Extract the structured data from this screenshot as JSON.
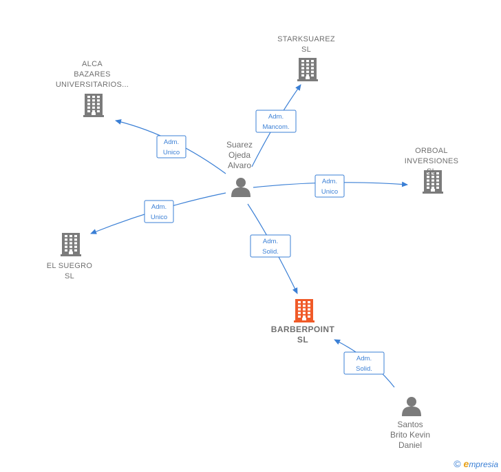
{
  "colors": {
    "edge": "#3a7fd5",
    "company": "#7b7b7b",
    "company_highlight": "#f05a28",
    "person": "#7b7b7b"
  },
  "nodes": [
    {
      "id": "suarez",
      "kind": "person",
      "lines": [
        "Suarez",
        "Ojeda",
        "Alvaro"
      ]
    },
    {
      "id": "santos",
      "kind": "person",
      "lines": [
        "Santos",
        "Brito Kevin",
        "Daniel"
      ]
    },
    {
      "id": "alca",
      "kind": "company",
      "lines": [
        "ALCA",
        "BAZARES",
        "UNIVERSITARIOS..."
      ]
    },
    {
      "id": "starksuarez",
      "kind": "company",
      "lines": [
        "STARKSUAREZ",
        "SL"
      ]
    },
    {
      "id": "orboal",
      "kind": "company",
      "lines": [
        "ORBOAL",
        "INVERSIONES",
        "SL"
      ]
    },
    {
      "id": "elsuegro",
      "kind": "company",
      "lines": [
        "EL SUEGRO",
        "SL"
      ]
    },
    {
      "id": "barberpoint",
      "kind": "company",
      "highlight": true,
      "lines": [
        "BARBERPOINT",
        "SL"
      ]
    }
  ],
  "edges": [
    {
      "id": "e-alca",
      "from": "suarez",
      "to": "alca",
      "badge": [
        "Adm.",
        "Unico"
      ]
    },
    {
      "id": "e-stark",
      "from": "suarez",
      "to": "starksuarez",
      "badge": [
        "Adm.",
        "Mancom."
      ]
    },
    {
      "id": "e-orboal",
      "from": "suarez",
      "to": "orboal",
      "badge": [
        "Adm.",
        "Unico"
      ]
    },
    {
      "id": "e-suegro",
      "from": "suarez",
      "to": "elsuegro",
      "badge": [
        "Adm.",
        "Unico"
      ]
    },
    {
      "id": "e-barber1",
      "from": "suarez",
      "to": "barberpoint",
      "badge": [
        "Adm.",
        "Solid."
      ]
    },
    {
      "id": "e-barber2",
      "from": "santos",
      "to": "barberpoint",
      "badge": [
        "Adm.",
        "Solid."
      ]
    }
  ],
  "footer": {
    "copyright_symbol": "©",
    "brand_initial": "e",
    "brand_rest": "mpresia"
  }
}
